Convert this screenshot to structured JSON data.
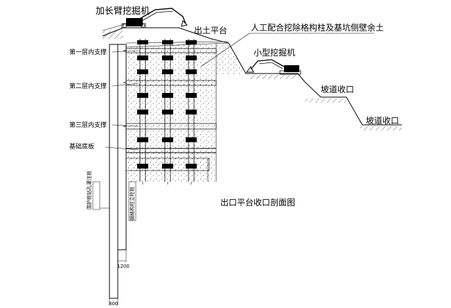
{
  "labels": {
    "long_arm_excavator": "加长臂挖掘机",
    "exit_platform": "出土平台",
    "manual_removal": "人工配合挖除格构柱及基坑侧壁余土",
    "small_excavator": "小型挖掘机",
    "brace_level_1": "第一层内支撑",
    "brace_level_2": "第二层内支撑",
    "brace_level_3": "第三层内支撑",
    "foundation_slab": "基础底板",
    "ramp_close_1": "坡道收口",
    "ramp_close_2": "坡道收口",
    "section_title": "出口平台收口剖面图",
    "pile_note_left": "围护桩钻孔灌注桩",
    "pile_note_right": "钢格构柱立柱桩",
    "dim_1200": "1200",
    "dim_800": "800"
  }
}
